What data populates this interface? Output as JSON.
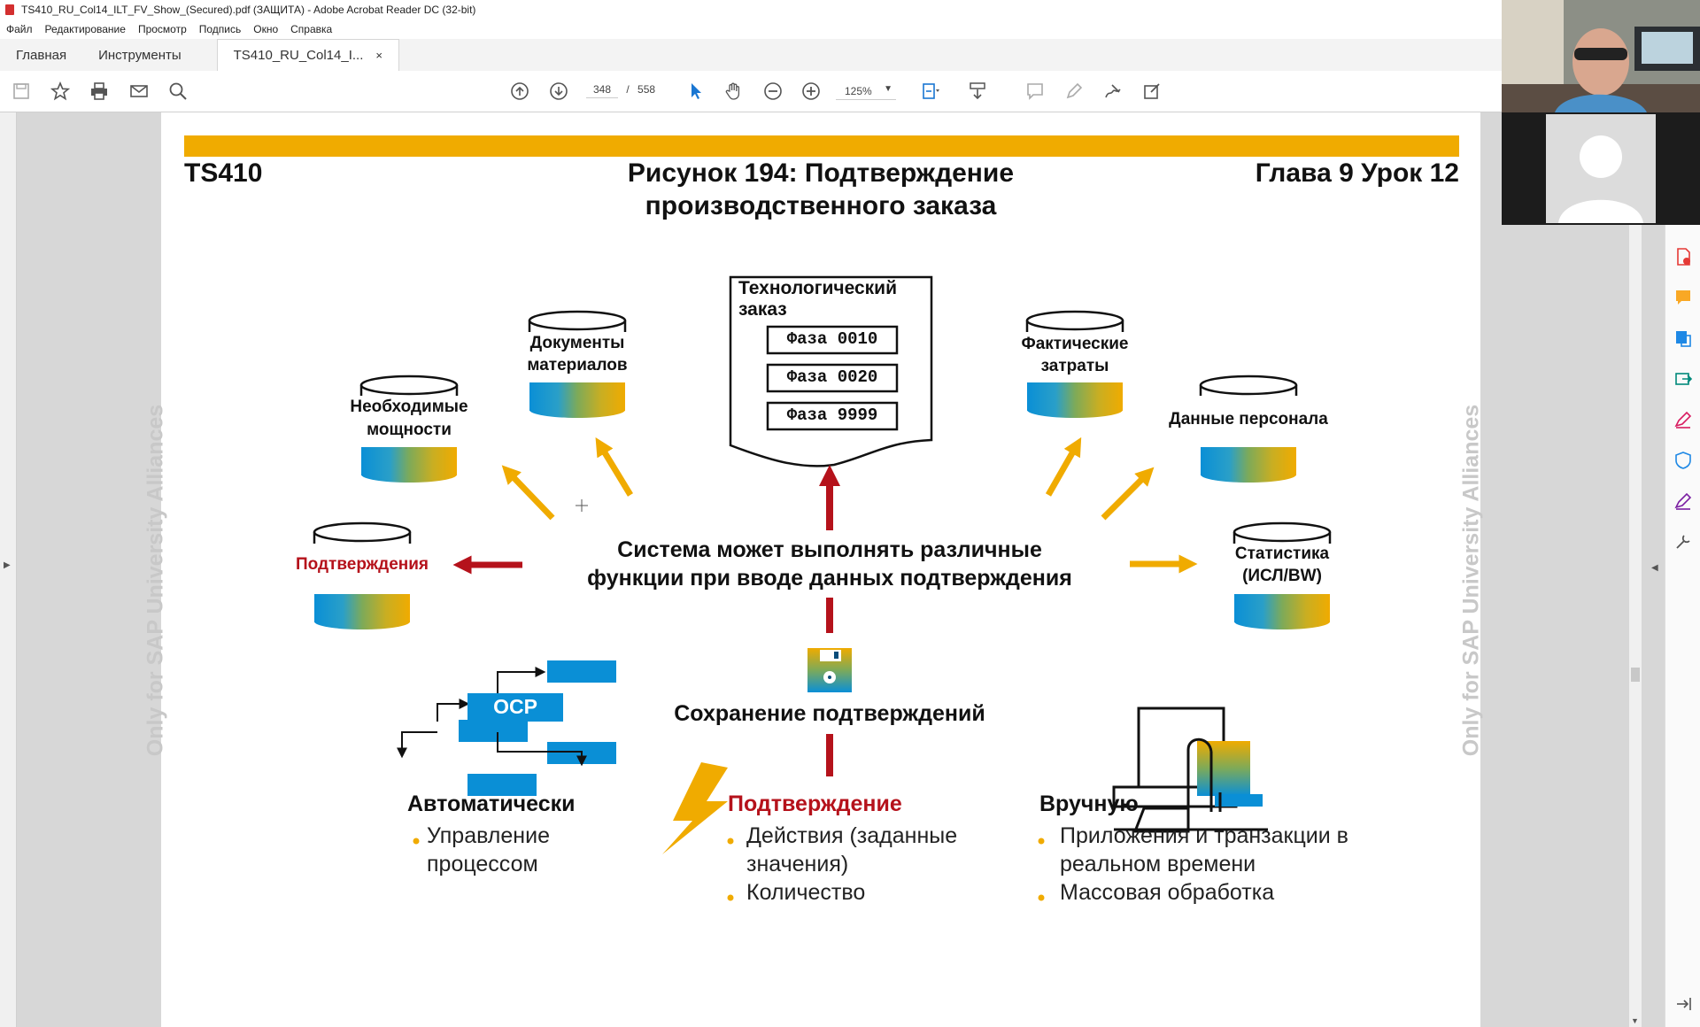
{
  "window": {
    "title": "TS410_RU_Col14_ILT_FV_Show_(Secured).pdf (ЗАЩИТА) - Adobe Acrobat Reader DC (32-bit)"
  },
  "menu": [
    "Файл",
    "Редактирование",
    "Просмотр",
    "Подпись",
    "Окно",
    "Справка"
  ],
  "tabs": {
    "home": "Главная",
    "tools": "Инструменты",
    "doc": "TS410_RU_Col14_I...",
    "close": "×"
  },
  "toolbar": {
    "page_current": "348",
    "page_sep": "/",
    "page_total": "558",
    "zoom": "125%"
  },
  "slide": {
    "header_left": "TS410",
    "title_line1": "Рисунок 194: Подтверждение",
    "title_line2": "производственного заказа",
    "header_right": "Глава 9 Урок 12",
    "watermark": "Only for SAP University Alliances",
    "order_box": {
      "line1": "Технологический",
      "line2": "заказ",
      "phases": [
        "Фаза 0010",
        "Фаза 0020",
        "Фаза 9999"
      ]
    },
    "db_capacity": {
      "line1": "Необходимые",
      "line2": "мощности"
    },
    "db_docs": {
      "line1": "Документы",
      "line2": "материалов"
    },
    "db_costs": {
      "line1": "Фактические",
      "line2": "затраты"
    },
    "db_personnel": {
      "line1": "Данные персонала"
    },
    "db_confirm": {
      "line1": "Подтверждения"
    },
    "db_stats": {
      "line1": "Статистика",
      "line2": "(ИСЛ/BW)"
    },
    "center_line1": "Система может выполнять различные",
    "center_line2": "функции при вводе данных подтверждения",
    "save_label": "Сохранение подтверждений",
    "ocp_label": "ОСР",
    "auto": {
      "title": "Автоматически",
      "bullets": [
        "Управление",
        "процессом"
      ]
    },
    "confirm": {
      "title": "Подтверждение",
      "b1a": "Действия (заданные",
      "b1b": "значения)",
      "b2": "Количество"
    },
    "manual": {
      "title": "Вручную",
      "b1a": "Приложения и транзакции в",
      "b1b": "реальном времени",
      "b2": "Массовая обработка"
    }
  },
  "colors": {
    "accent_gold": "#f0ab00",
    "confirm_red": "#b5121b",
    "sap_blue": "#0a8fd6"
  }
}
